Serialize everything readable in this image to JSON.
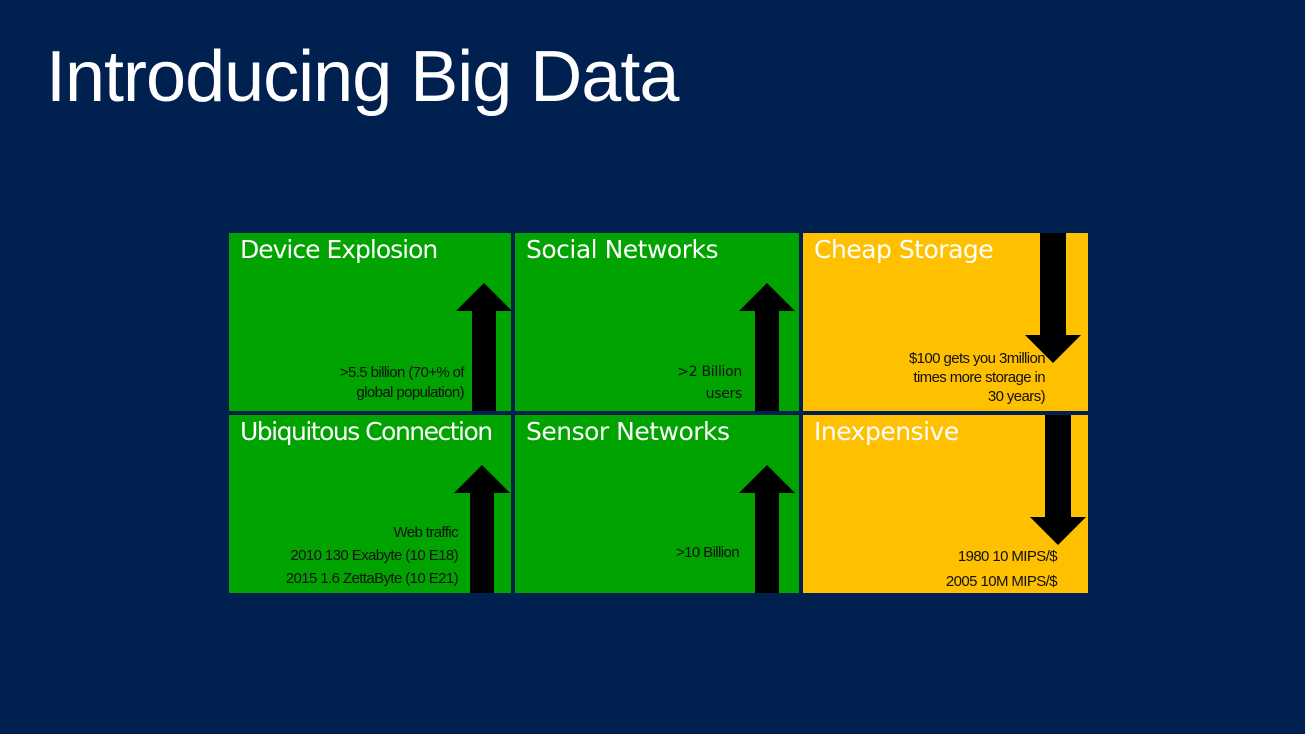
{
  "slide": {
    "title": "Introducing Big Data"
  },
  "tiles": [
    {
      "title": "Device Explosion",
      "lines": [
        ">5.5 billion (70+% of",
        "global population)"
      ],
      "trend": "up",
      "color": "#00a300"
    },
    {
      "title": "Social Networks",
      "lines": [
        ">2 Billion",
        "users"
      ],
      "trend": "up",
      "color": "#00a300"
    },
    {
      "title": "Cheap Storage",
      "lines": [
        "$100 gets you 3million",
        "times more storage in",
        "30 years)"
      ],
      "trend": "down",
      "color": "#ffc000"
    },
    {
      "title": "Ubiquitous Connection",
      "lines": [
        "Web traffic",
        "2010 130 Exabyte (10 E18)",
        "2015 1.6 ZettaByte (10 E21)"
      ],
      "trend": "up",
      "color": "#00a300"
    },
    {
      "title": "Sensor Networks",
      "lines": [
        ">10 Billion"
      ],
      "trend": "up",
      "color": "#00a300"
    },
    {
      "title": "Inexpensive",
      "lines": [
        "1980 10 MIPS/$",
        "2005 10M MIPS/$"
      ],
      "trend": "down",
      "color": "#ffc000"
    }
  ],
  "icons": {
    "up": "arrow-up-icon",
    "down": "arrow-down-icon"
  },
  "colors": {
    "background": "#002050",
    "growth": "#00a300",
    "cost": "#ffc000"
  }
}
